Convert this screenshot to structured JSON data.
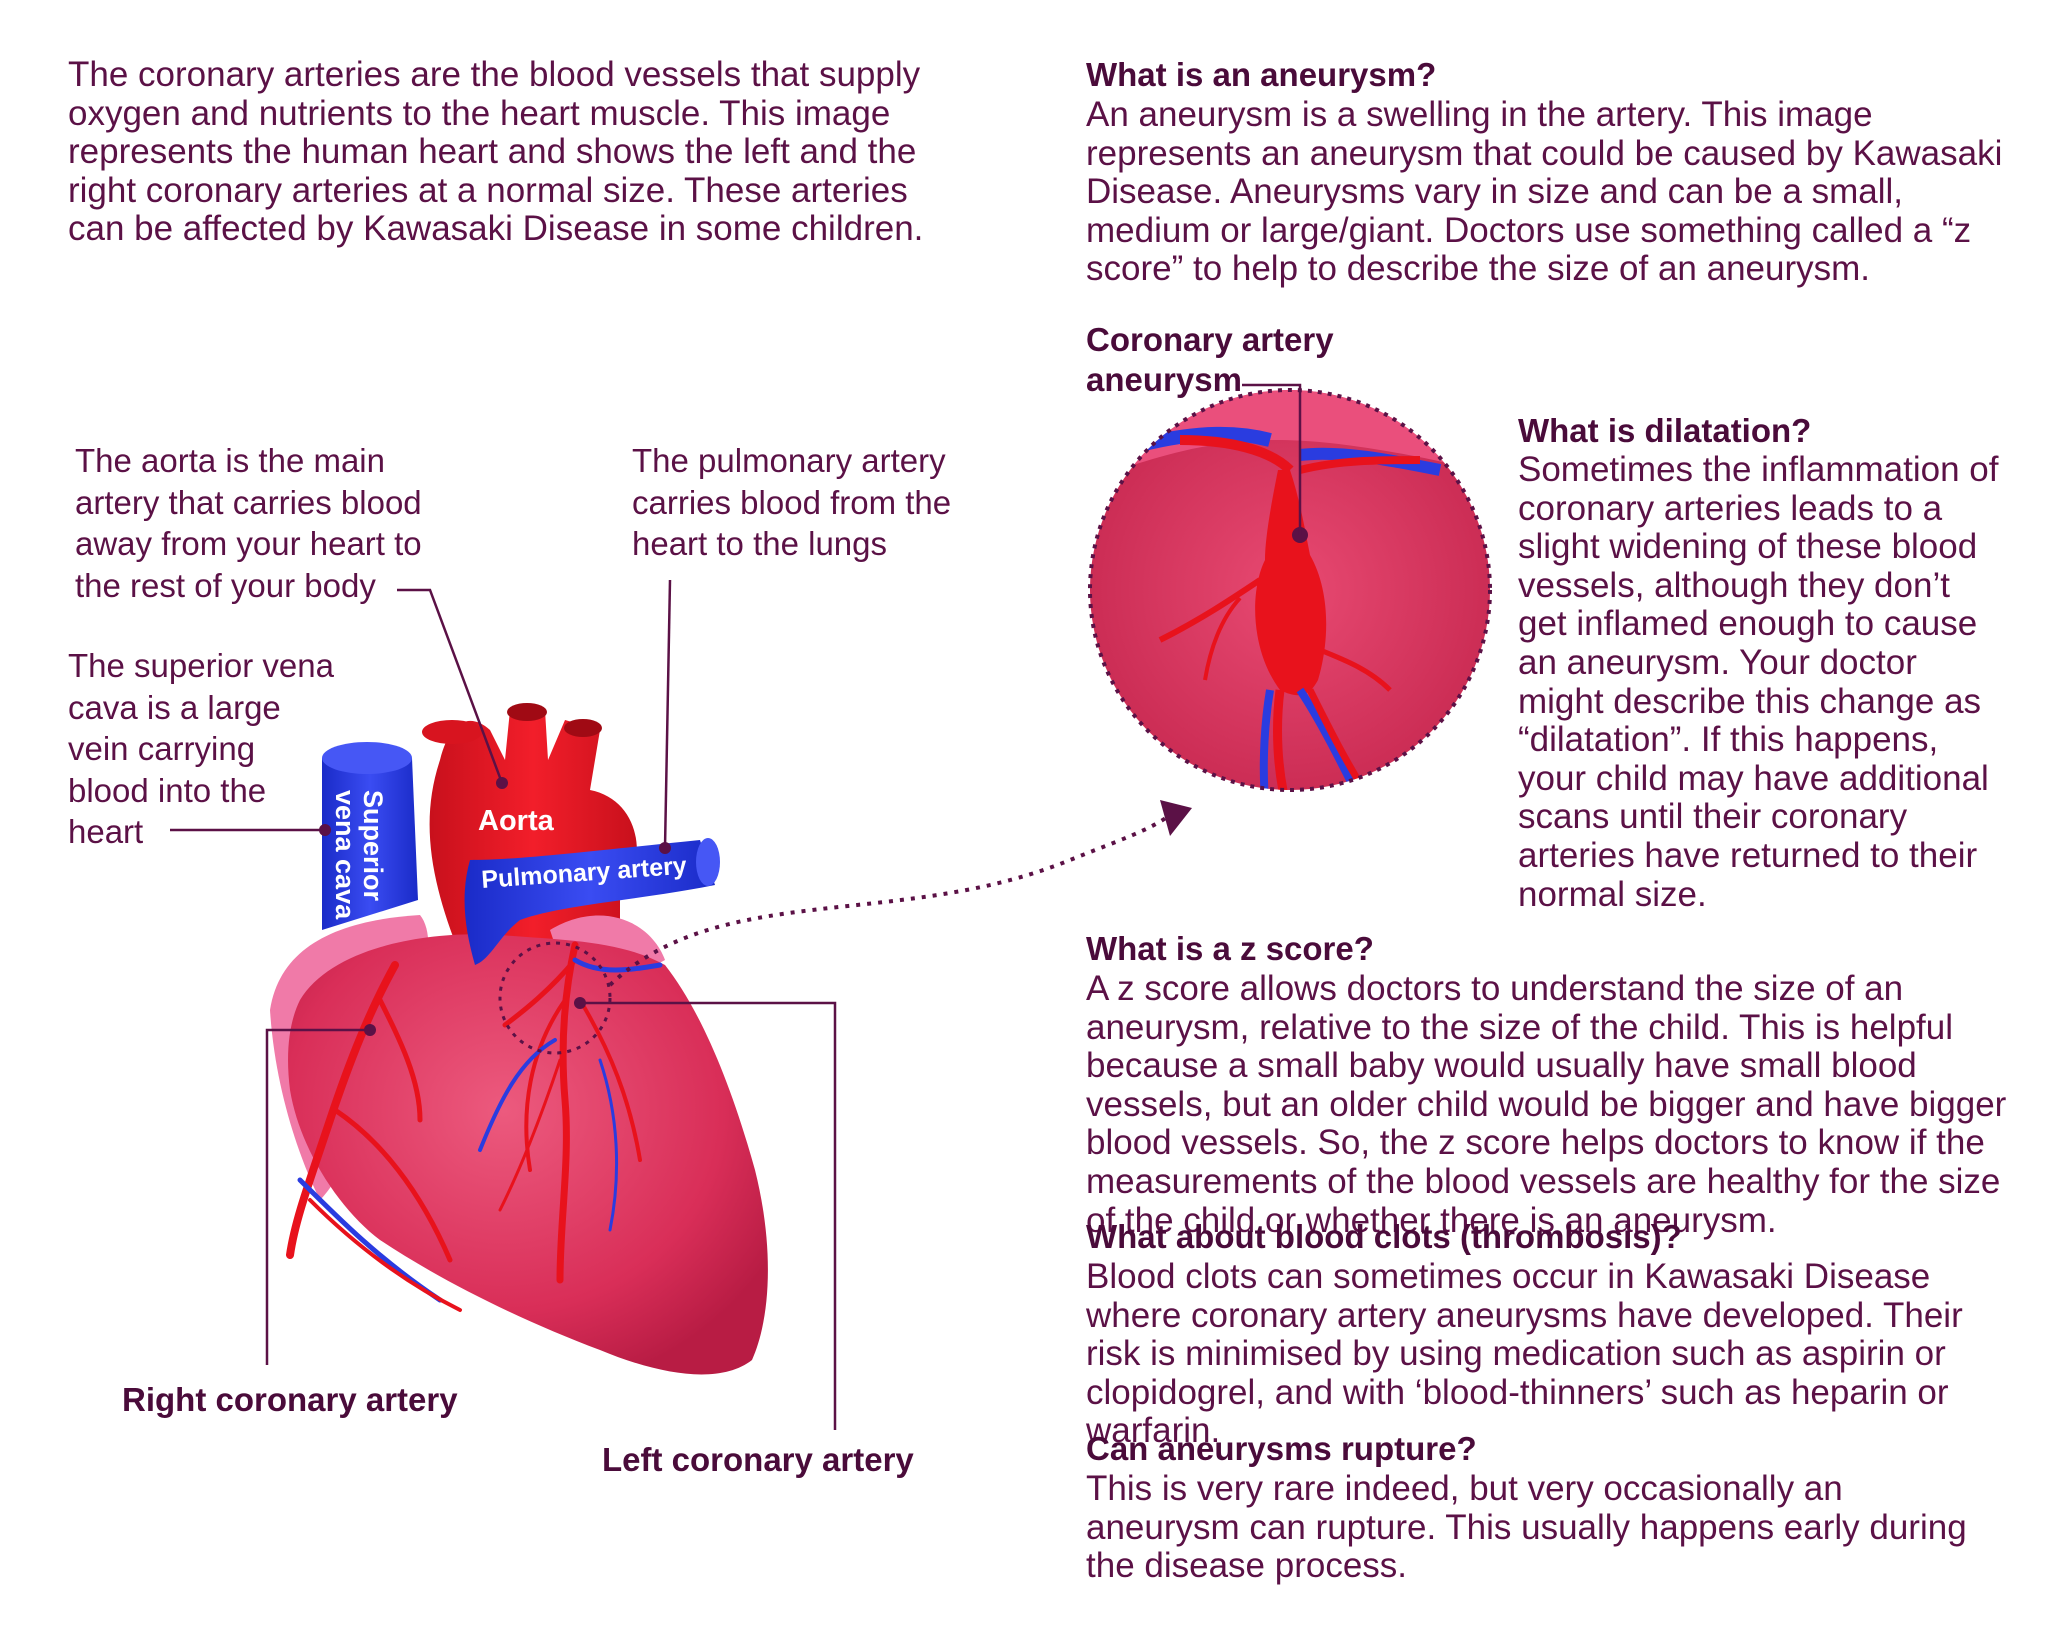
{
  "intro": "The coronary arteries are the blood vessels that supply oxygen and nutrients to the heart muscle. This image represents the human heart and shows the left and the right coronary arteries at a normal size. These arteries can be affected by Kawasaki Disease in some children.",
  "callouts": {
    "aorta": "The aorta is the main artery that carries blood away from your heart to the rest of your body",
    "pulmonary": "The pulmonary artery carries blood from the heart to the lungs",
    "vena_cava": "The superior vena cava is a large vein carrying blood into the heart"
  },
  "diagram_labels": {
    "aorta": "Aorta",
    "pulmonary_artery": "Pulmonary artery",
    "vena_cava_line1": "Superior",
    "vena_cava_line2": "vena cava",
    "right_coronary": "Right coronary artery",
    "left_coronary": "Left coronary artery",
    "aneurysm_line1": "Coronary artery",
    "aneurysm_line2": "aneurysm"
  },
  "sections": {
    "aneurysm": {
      "title": "What is an aneurysm?",
      "body": "An aneurysm is a swelling in the artery. This image represents an aneurysm that could be caused by Kawasaki Disease. Aneurysms vary in size and can be a small, medium or large/giant. Doctors use something called a “z score” to help to describe the size of an aneurysm."
    },
    "dilatation": {
      "title": "What is dilatation?",
      "body": "Sometimes the inflammation of coronary arteries leads to a slight widening of these blood vessels, although they don’t get inflamed enough to cause an aneurysm. Your doctor might describe this change as “dilatation”.  If this happens, your child may have additional scans until their coronary arteries have returned to their normal size."
    },
    "zscore": {
      "title": "What is a z score?",
      "body": "A z score allows doctors to understand the size of an aneurysm, relative to the size of the child. This is helpful because a small baby would usually have small blood vessels, but an older child would be bigger and have bigger blood vessels. So, the z score helps doctors to know if the measurements of the blood vessels are healthy for the size of the child or whether there is an aneurysm."
    },
    "clots": {
      "title": "What about blood clots (thrombosis)?",
      "body": "Blood clots can sometimes occur in Kawasaki Disease where coronary artery aneurysms have developed. Their risk is minimised by using medication such as aspirin or clopidogrel, and with ‘blood-thinners’ such as heparin or warfarin."
    },
    "rupture": {
      "title": "Can aneurysms rupture?",
      "body": "This is very rare indeed, but very occasionally an aneurysm can rupture. This usually happens early during the disease process."
    }
  },
  "colors": {
    "text": "#5b1146",
    "heart": "#e0355f",
    "artery": "#e8121c",
    "vein": "#2a3ce0",
    "atrium": "#f07aa8"
  }
}
